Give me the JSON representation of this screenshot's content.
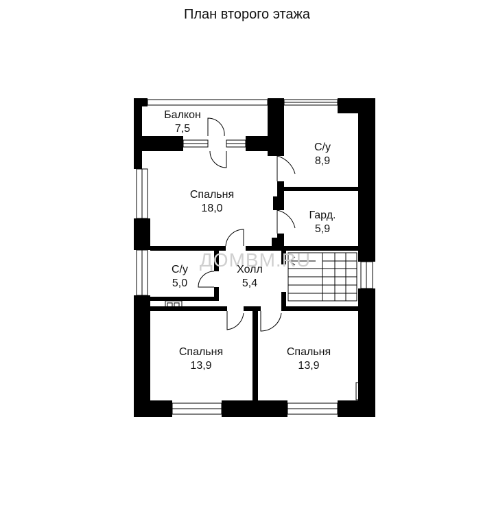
{
  "title": "План второго этажа",
  "watermark": "ДОМВМ.RU",
  "colors": {
    "wall": "#000000",
    "background": "#ffffff",
    "fixture": "#333333",
    "watermark": "#cfcfcf"
  },
  "rooms": [
    {
      "id": "balcony",
      "name": "Балкон",
      "area": "7,5"
    },
    {
      "id": "bath1",
      "name": "С/у",
      "area": "8,9"
    },
    {
      "id": "bedroom1",
      "name": "Спальня",
      "area": "18,0"
    },
    {
      "id": "wardrobe",
      "name": "Гард.",
      "area": "5,9"
    },
    {
      "id": "bath2",
      "name": "С/у",
      "area": "5,0"
    },
    {
      "id": "hall",
      "name": "Холл",
      "area": "5,4"
    },
    {
      "id": "bedroom2",
      "name": "Спальня",
      "area": "13,9"
    },
    {
      "id": "bedroom3",
      "name": "Спальня",
      "area": "13,9"
    }
  ]
}
